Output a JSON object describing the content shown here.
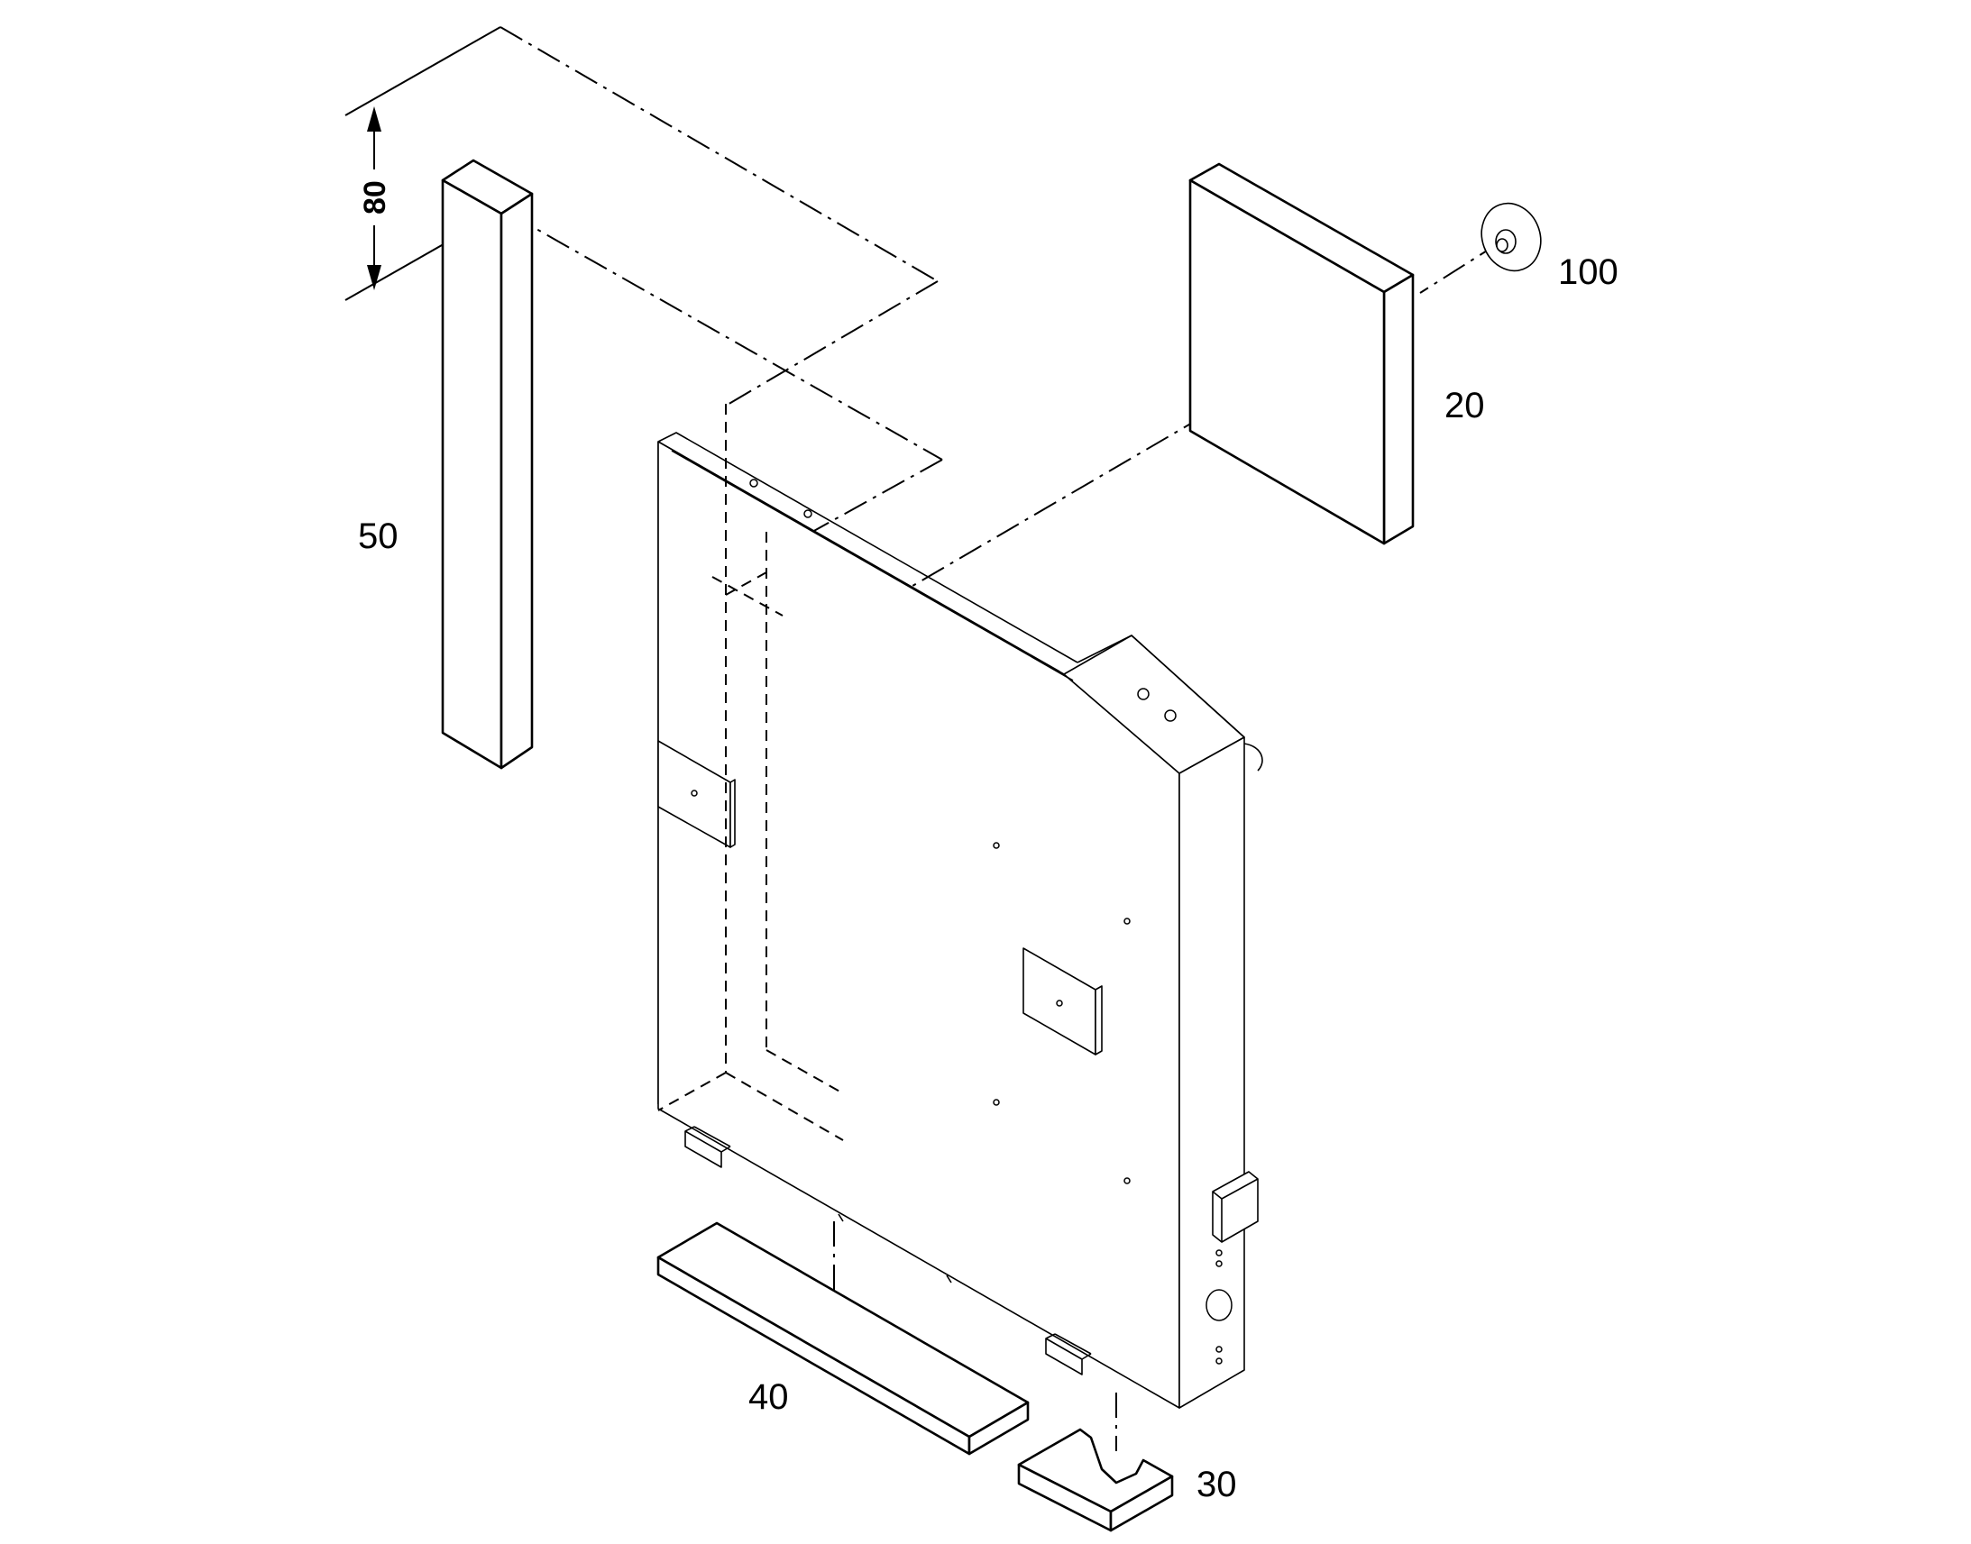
{
  "parts": [
    {
      "id": "part-20",
      "label": "20"
    },
    {
      "id": "part-30",
      "label": "30"
    },
    {
      "id": "part-40",
      "label": "40"
    },
    {
      "id": "part-50",
      "label": "50"
    },
    {
      "id": "part-100",
      "label": "100"
    }
  ],
  "dimension": {
    "value": "80"
  }
}
